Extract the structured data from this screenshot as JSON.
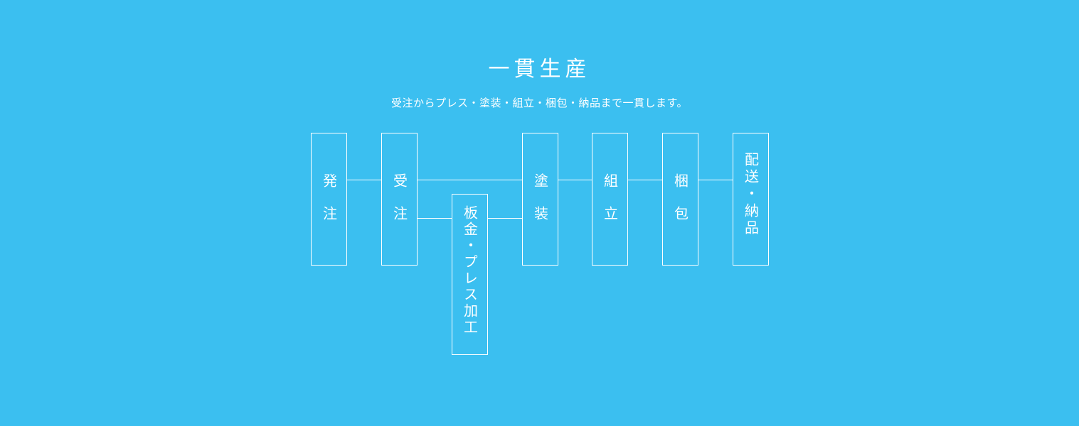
{
  "header": {
    "title": "一貫生産",
    "subtitle": "受注からプレス・塗装・組立・梱包・納品まで一貫します。"
  },
  "flow": {
    "steps": [
      {
        "id": "order",
        "label": "発注"
      },
      {
        "id": "receive",
        "label": "受注"
      },
      {
        "id": "sheetmetal",
        "label": "板金・プレス加工"
      },
      {
        "id": "painting",
        "label": "塗装"
      },
      {
        "id": "assembly",
        "label": "組立"
      },
      {
        "id": "packing",
        "label": "梱包"
      },
      {
        "id": "delivery",
        "label": "配送・納品"
      }
    ]
  }
}
